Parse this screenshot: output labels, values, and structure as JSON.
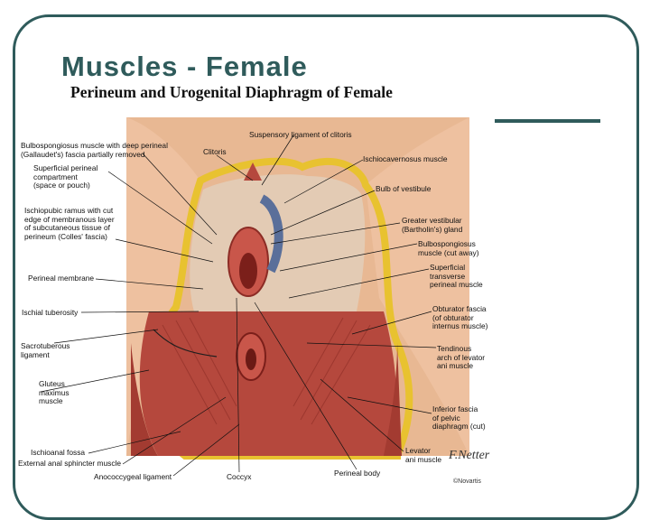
{
  "slide": {
    "title": "Muscles - Female"
  },
  "figure": {
    "title": "Perineum and Urogenital Diaphragm of Female",
    "signature": "F.Netter",
    "copyright": "©Novartis",
    "labels": {
      "suspensory": "Suspensory ligament of clitoris",
      "bulbo_deep": "Bulbospongiosus muscle with deep perineal\n(Gallaudet's) fascia partially removed",
      "clitoris": "Clitoris",
      "ischiocav": "Ischiocavernosus muscle",
      "superficial_comp": "Superficial perineal\ncompartment\n(space or pouch)",
      "bulb_vestibule": "Bulb of vestibule",
      "ischiopubic": "Ischiopubic ramus with cut\nedge of membranous layer\nof subcutaneous tissue of\nperineum (Colles' fascia)",
      "greater_vest": "Greater vestibular\n(Bartholin's) gland",
      "bulbo_cut": "Bulbospongiosus\nmuscle (cut away)",
      "sup_transverse": "Superficial\ntransverse\nperineal muscle",
      "perineal_membrane": "Perineal membrane",
      "ischial_tub": "Ischial tuberosity",
      "obturator": "Obturator fascia\n(of obturator\ninternus muscle)",
      "sacrotuberous": "Sacrotuberous\nligament",
      "tendinous": "Tendinous\narch of levator\nani muscle",
      "gluteus": "Gluteus\nmaximus\nmuscle",
      "inf_fascia": "Inferior fascia\nof pelvic\ndiaphragm (cut)",
      "ischioanal": "Ischioanal fossa",
      "ext_anal": "External anal sphincter muscle",
      "levator": "Levator\nani muscle",
      "anococcygeal": "Anococcygeal ligament",
      "coccyx": "Coccyx",
      "perineal_body": "Perineal body"
    }
  },
  "colors": {
    "accent": "#2f5b5b",
    "skin": "#e6b08c",
    "muscle": "#b5483d",
    "fat": "#e8c230"
  }
}
